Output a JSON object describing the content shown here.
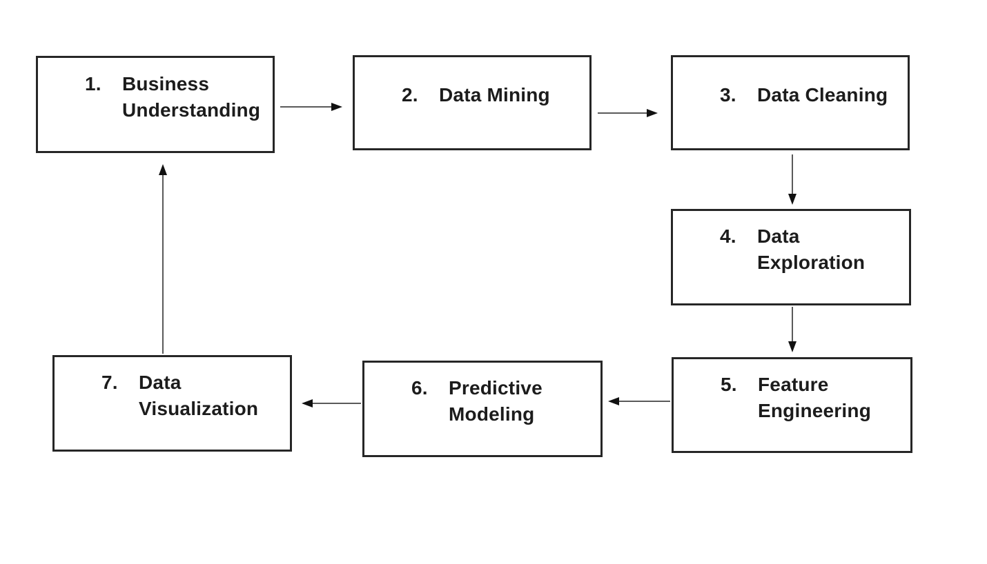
{
  "diagram": {
    "type": "flowchart",
    "description": "Seven-step data science process shown as a cycle of boxes connected by arrows",
    "nodes": [
      {
        "id": "business-understanding",
        "number": "1.",
        "label": "Business\nUnderstanding"
      },
      {
        "id": "data-mining",
        "number": "2.",
        "label": "Data Mining"
      },
      {
        "id": "data-cleaning",
        "number": "3.",
        "label": "Data Cleaning"
      },
      {
        "id": "data-exploration",
        "number": "4.",
        "label": "Data\nExploration"
      },
      {
        "id": "feature-engineering",
        "number": "5.",
        "label": "Feature\nEngineering"
      },
      {
        "id": "predictive-modeling",
        "number": "6.",
        "label": "Predictive\nModeling"
      },
      {
        "id": "data-visualization",
        "number": "7.",
        "label": "Data\nVisualization"
      }
    ],
    "edges": [
      {
        "from": "business-understanding",
        "to": "data-mining",
        "direction": "right"
      },
      {
        "from": "data-mining",
        "to": "data-cleaning",
        "direction": "right"
      },
      {
        "from": "data-cleaning",
        "to": "data-exploration",
        "direction": "down"
      },
      {
        "from": "data-exploration",
        "to": "feature-engineering",
        "direction": "down"
      },
      {
        "from": "feature-engineering",
        "to": "predictive-modeling",
        "direction": "left"
      },
      {
        "from": "predictive-modeling",
        "to": "data-visualization",
        "direction": "left"
      },
      {
        "from": "data-visualization",
        "to": "business-understanding",
        "direction": "up"
      }
    ],
    "colors": {
      "background": "#ffffff",
      "box_fill": "#ffffff",
      "box_border": "#262626",
      "text": "#1c1c1c",
      "arrow_line": "#595959",
      "arrow_head": "#111111"
    }
  }
}
